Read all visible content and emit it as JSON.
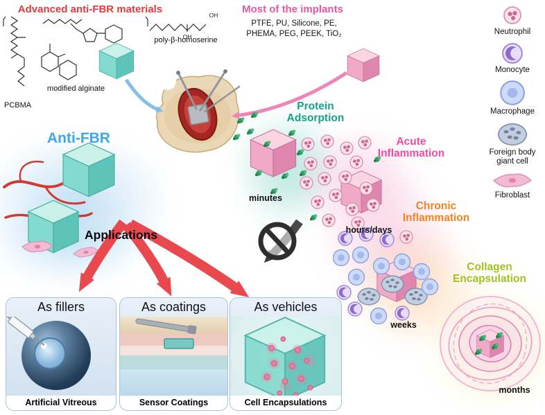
{
  "colors": {
    "materials_title": "#e23b3e",
    "implants_title": "#ea55a0",
    "anti_fbr": "#42a7e0",
    "protein_adsorption": "#16a189",
    "acute_inflammation": "#ed4da1",
    "chronic_inflammation": "#f5821f",
    "collagen_encapsulation": "#9fc31c",
    "teal_cube": "#85dacf",
    "pink_cube": "#f0a9c6",
    "arrow_red": "#e9494e"
  },
  "materials": {
    "title": "Advanced anti-FBR materials",
    "alginate_label": "modified alginate",
    "pcbma_label": "PCBMA",
    "homoserine_label": "poly-β-homoserine",
    "atom_label_oh": "OH"
  },
  "implants": {
    "title": "Most of the implants",
    "list_lines": [
      "PTFE, PU, Silicone, PE,",
      "PHEMA, PEG, PEEK, TiO₂"
    ]
  },
  "anti_fbr": {
    "title": "Anti-FBR",
    "applications_label": "Applications"
  },
  "timeline": {
    "stages": [
      {
        "name": "Protein Adsorption",
        "time": "minutes"
      },
      {
        "name": "Acute Inflammation",
        "time": "hours/days"
      },
      {
        "name": "Chronic Inflammation",
        "time": "weeks"
      },
      {
        "name": "Collagen Encapsulation",
        "time": "months"
      }
    ]
  },
  "legend": {
    "items": [
      {
        "label": "Neutrophil",
        "icon": "neutrophil-icon"
      },
      {
        "label": "Monocyte",
        "icon": "monocyte-icon"
      },
      {
        "label": "Macrophage",
        "icon": "macrophage-icon"
      },
      {
        "label": "Foreign body giant cell",
        "icon": "foreign-body-giant-cell-icon"
      },
      {
        "label": "Fibroblast",
        "icon": "fibroblast-icon"
      }
    ]
  },
  "applications": {
    "panels": [
      {
        "title": "As fillers",
        "caption": "Artificial Vitreous"
      },
      {
        "title": "As coatings",
        "caption": "Sensor Coatings"
      },
      {
        "title": "As vehicles",
        "caption": "Cell Encapsulations"
      }
    ]
  }
}
